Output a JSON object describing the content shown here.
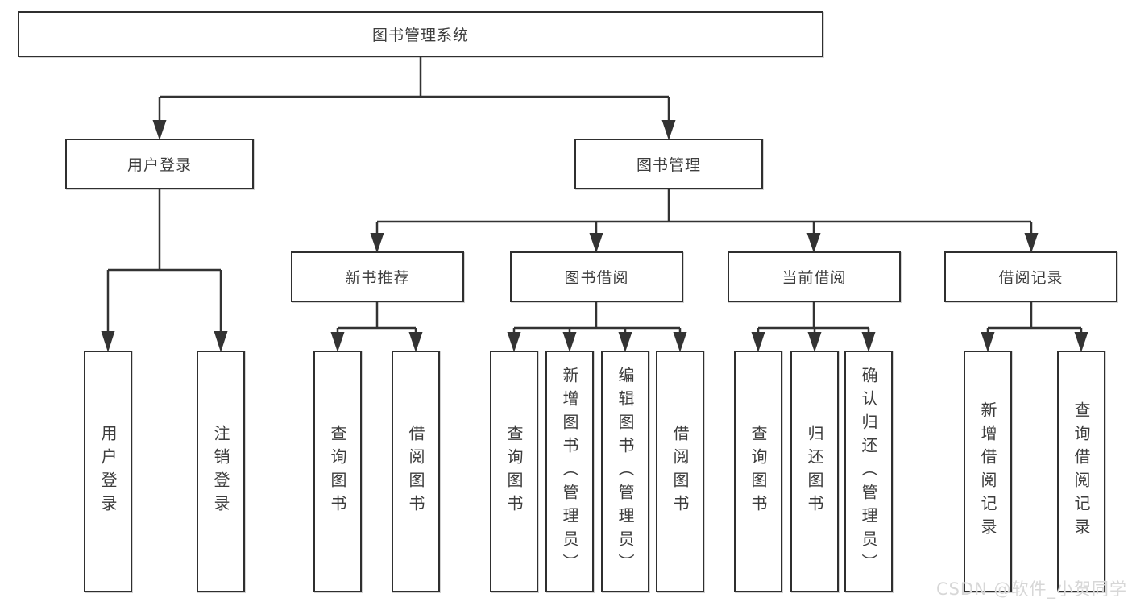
{
  "tree": {
    "label": "图书管理系统",
    "children": [
      {
        "label": "用户登录",
        "children": [
          {
            "label": "用户登录"
          },
          {
            "label": "注销登录"
          }
        ]
      },
      {
        "label": "图书管理",
        "children": [
          {
            "label": "新书推荐",
            "children": [
              {
                "label": "查询图书"
              },
              {
                "label": "借阅图书"
              }
            ]
          },
          {
            "label": "图书借阅",
            "children": [
              {
                "label": "查询图书"
              },
              {
                "label": "新增图书（管理员）"
              },
              {
                "label": "编辑图书（管理员）"
              },
              {
                "label": "借阅图书"
              }
            ]
          },
          {
            "label": "当前借阅",
            "children": [
              {
                "label": "查询图书"
              },
              {
                "label": "归还图书"
              },
              {
                "label": "确认归还（管理员）"
              }
            ]
          },
          {
            "label": "借阅记录",
            "children": [
              {
                "label": "新增借阅记录"
              },
              {
                "label": "查询借阅记录"
              }
            ]
          }
        ]
      }
    ]
  },
  "watermark": {
    "text": "CSDN @软件_小贺同学"
  },
  "colors": {
    "box_border": "#2f2f2f",
    "line": "#333333",
    "text": "#3d3d3d",
    "background": "#ffffff",
    "watermark": "#d7d7d7"
  }
}
